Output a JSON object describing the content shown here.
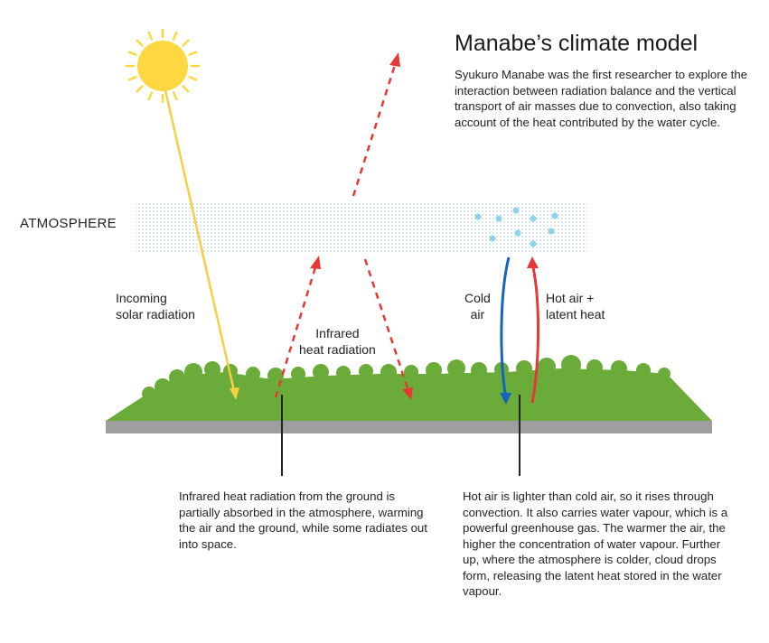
{
  "title": "Manabe’s climate model",
  "intro": "Syukuro Manabe was the first researcher to explore the interaction between radiation balance and the vertical transport of air masses due to convection, also taking account of the heat contributed by the water cycle.",
  "labels": {
    "atmosphere": "ATMOSPHERE",
    "solar": [
      "Incoming",
      "solar radiation"
    ],
    "infrared": [
      "Infrared",
      "heat radiation"
    ],
    "cold_air": [
      "Cold",
      "air"
    ],
    "hot_air": [
      "Hot air +",
      "latent heat"
    ]
  },
  "captions": {
    "infrared": "Infrared heat radiation from the ground is partially absorbed in the atmosphere, warming the air and the ground, while some radiates out into space.",
    "convection": "Hot air is lighter than cold air, so it rises through convection. It also carries water vapour, which is a powerful greenhouse gas. The warmer the air, the higher the concentration of water vapour. Further up, where the atmosphere is colder, cloud drops form, releasing the latent heat stored in the water vapour."
  },
  "colors": {
    "sun": "#FFD740",
    "solar_ray": "#F7CF45",
    "infrared": "#E53935",
    "cold_air": "#1565C0",
    "hot_air": "#E53935",
    "ground": "#6AAB3A",
    "soil": "#9E9EA1",
    "atmosphere_dots": "#A9C9D4",
    "water_drops": "#8ED3EE"
  }
}
